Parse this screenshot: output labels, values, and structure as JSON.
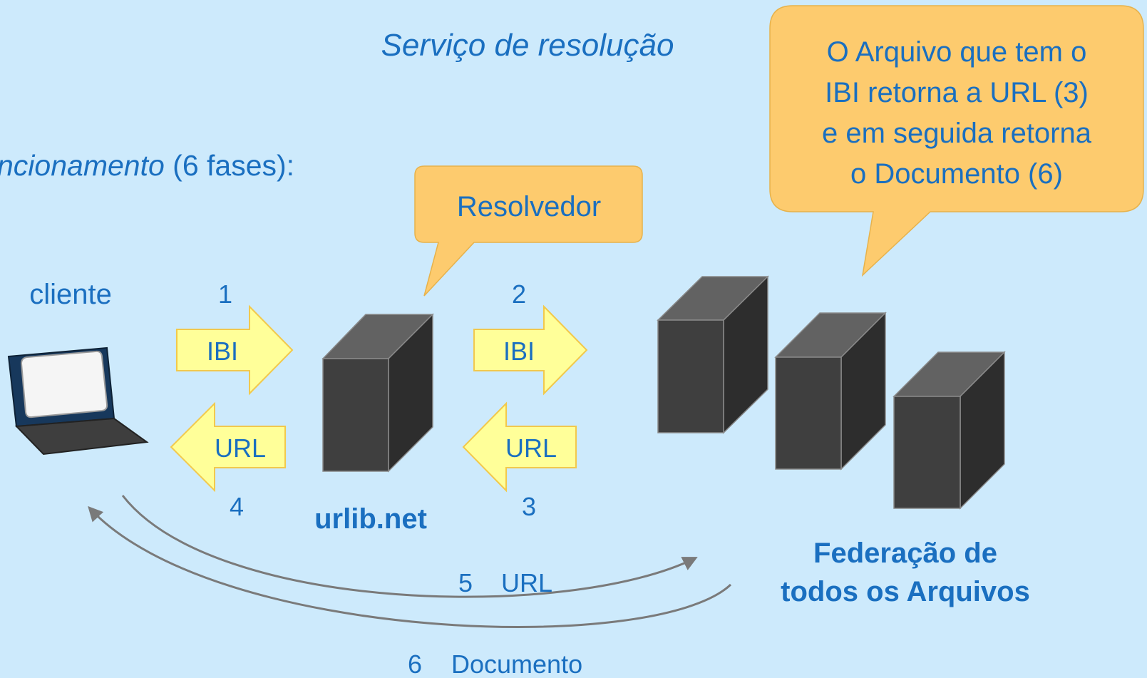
{
  "title": "Serviço de resolução",
  "subtitle": {
    "italic_part": "ncionamento",
    "rest": " (6 fases):"
  },
  "callouts": {
    "resolver": "Resolvedor",
    "archive": [
      "O Arquivo que tem o",
      "IBI retorna a URL (3)",
      "e em seguida retorna",
      "o Documento (6)"
    ]
  },
  "labels": {
    "client": "cliente",
    "resolver_host": "urlib.net",
    "federation": [
      "Federação de",
      "todos os Arquivos"
    ]
  },
  "steps": {
    "step1": "1",
    "step2": "2",
    "step3": "3",
    "step4": "4",
    "step5": "5",
    "step6": "6",
    "ibi_1": "IBI",
    "ibi_2": "IBI",
    "url_3": "URL",
    "url_4": "URL",
    "url_5": "URL",
    "doc_6": "Documento"
  },
  "colors": {
    "background": "#cdeafc",
    "text": "#1a6fc0",
    "callout_fill": "#fdcb6e",
    "arrow_fill": "#ffff99",
    "arrow_stroke": "#f2c94c",
    "server_front": "#3f3f3f",
    "server_side": "#2d2d2d",
    "server_top": "#626262",
    "curve": "#7a7a7a"
  },
  "icons": {
    "laptop": "laptop-icon",
    "server": "server-icon"
  }
}
